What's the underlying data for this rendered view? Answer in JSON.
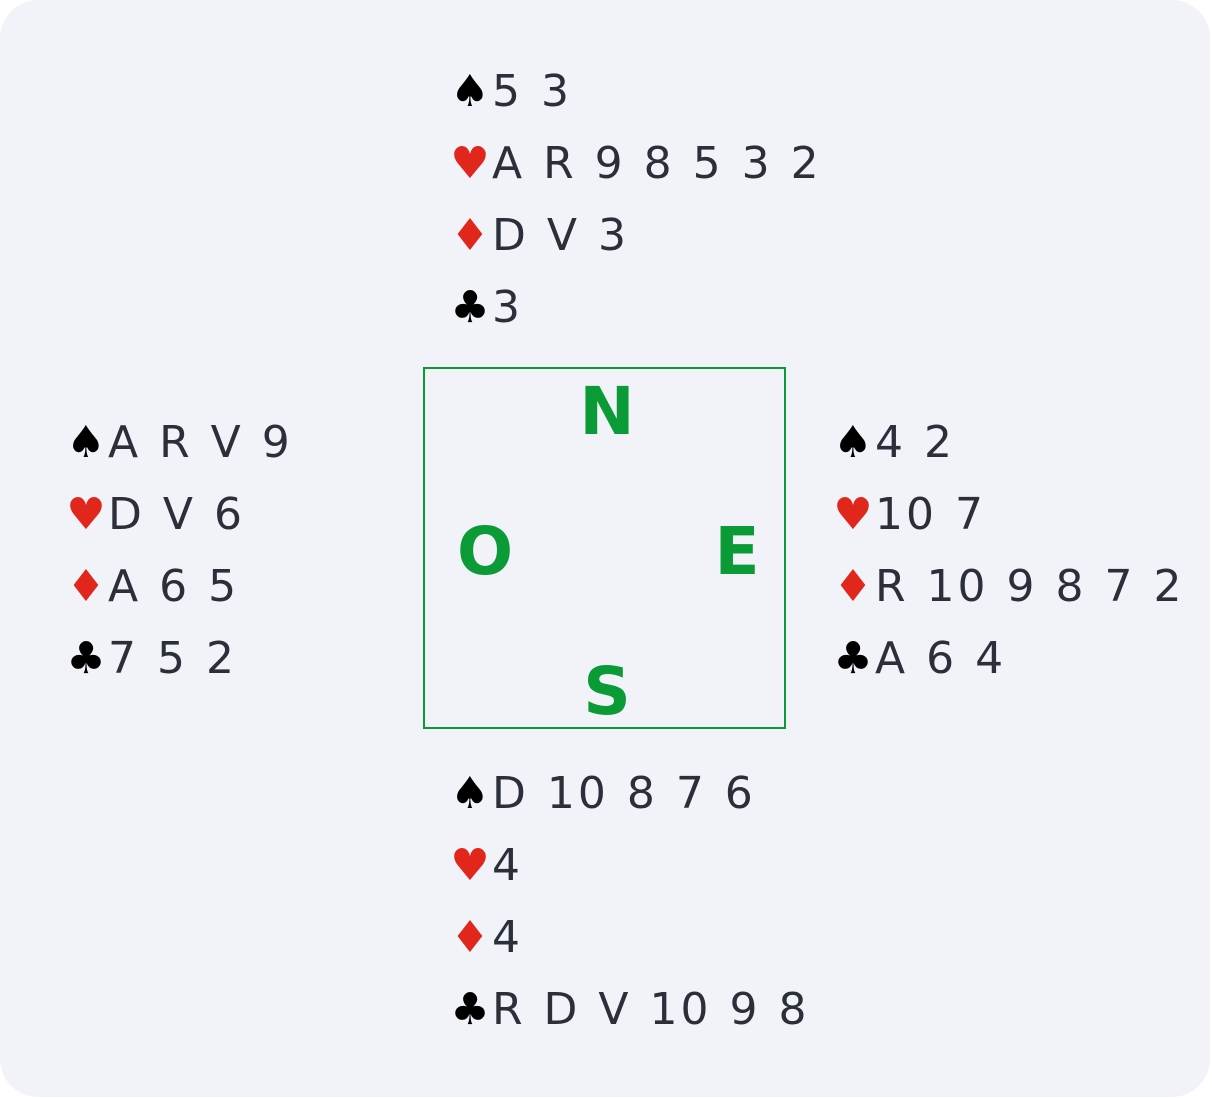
{
  "compass": {
    "north": "N",
    "west": "O",
    "east": "E",
    "south": "S"
  },
  "suits": {
    "spades": {
      "symbol": "♠",
      "icon": "spade-icon",
      "color": "#000000"
    },
    "hearts": {
      "symbol": "♥",
      "icon": "heart-icon",
      "color": "#e1261c"
    },
    "diamonds": {
      "symbol": "♦",
      "icon": "diamond-icon",
      "color": "#e1261c"
    },
    "clubs": {
      "symbol": "♣",
      "icon": "club-icon",
      "color": "#000000"
    }
  },
  "hands": {
    "north": {
      "spades": "5 3",
      "hearts": "A R 9 8 5 3 2",
      "diamonds": "D V 3",
      "clubs": "3"
    },
    "west": {
      "spades": "A R V 9",
      "hearts": "D V 6",
      "diamonds": "A 6 5",
      "clubs": "7 5 2"
    },
    "east": {
      "spades": "4 2",
      "hearts": "10 7",
      "diamonds": "R 10 9 8 7 2",
      "clubs": "A 6 4"
    },
    "south": {
      "spades": "D 10 8 7 6",
      "hearts": "4",
      "diamonds": "4",
      "clubs": "R D V 10 9 8"
    }
  },
  "colors": {
    "background": "#f1f3f8",
    "compass": "#0a9b37",
    "card_text": "#2a2f3a"
  }
}
